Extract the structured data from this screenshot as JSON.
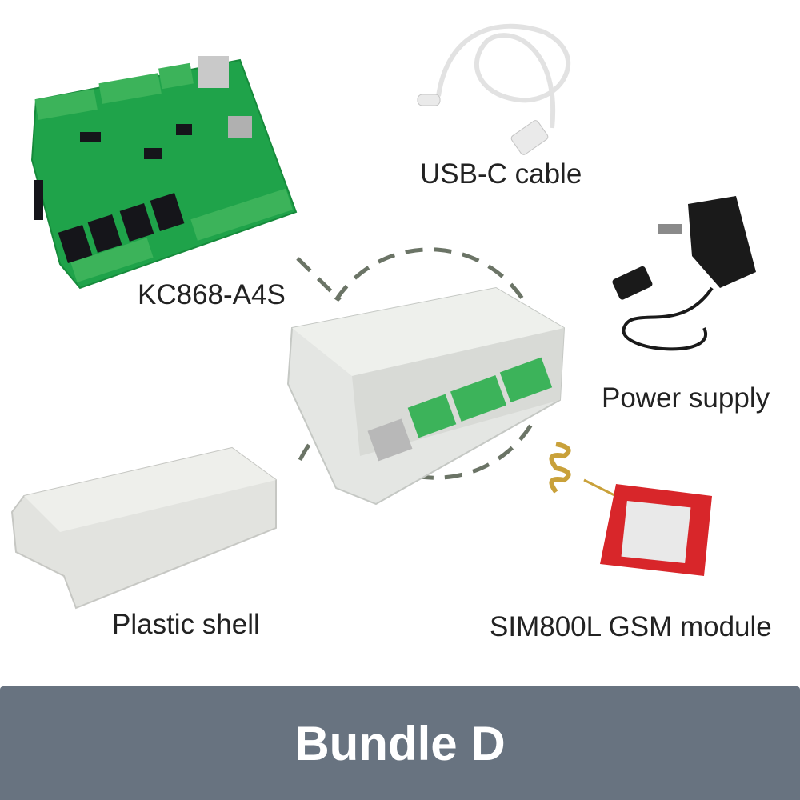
{
  "labels": {
    "board": "KC868-A4S",
    "usb": "USB-C cable",
    "power": "Power supply",
    "shell": "Plastic shell",
    "gsm": "SIM800L GSM module"
  },
  "banner": {
    "title": "Bundle D",
    "background": "#687380"
  },
  "colors": {
    "pcb": "#1fa34a",
    "terminal": "#3cb35a",
    "enclosure": "#e4e6e3",
    "gsm_board": "#d8262a",
    "dashed_line": "#6b7466"
  }
}
